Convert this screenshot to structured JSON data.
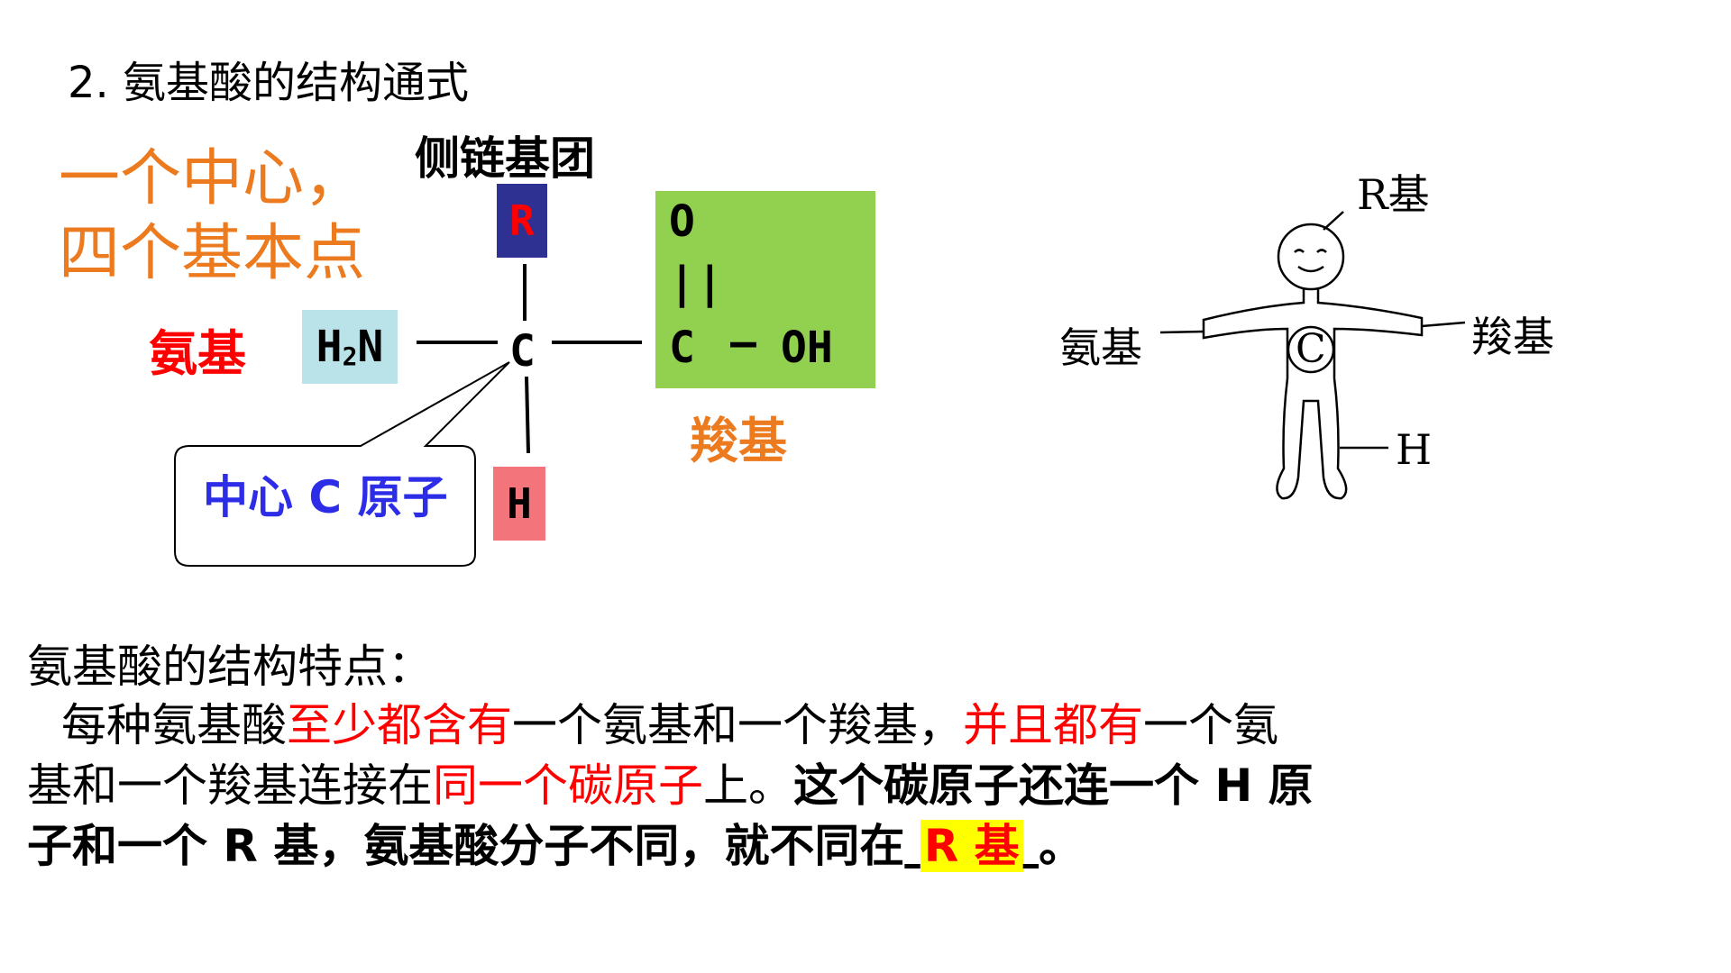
{
  "title": "2. 氨基酸的结构通式",
  "mnemonic": {
    "line1": "一个中心，",
    "line2": "四个基本点"
  },
  "formula": {
    "side_chain_label": "侧链基团",
    "r": "R",
    "h2n_h": "H",
    "h2n_sub": "2",
    "h2n_n": "N",
    "center_c": "C",
    "h": "H",
    "o": "O",
    "double_bond": "||",
    "c": "C",
    "dash": "—",
    "oh": "OH",
    "amino_label": "氨基",
    "carboxyl_label": "羧基",
    "center_label": "中心 C 原子"
  },
  "cartoon": {
    "r_label": "R基",
    "amino_label": "氨基",
    "carboxyl_label": "羧基",
    "h_label": "H",
    "c_label": "C"
  },
  "paragraph": {
    "heading": "氨基酸的结构特点：",
    "l1_a": "每种氨基酸",
    "l1_b": "至少都含有",
    "l1_c": "一个氨基和一个羧基，",
    "l1_d": "并且都有",
    "l1_e": "一个氨",
    "l2_a": "基和一个羧基连接在",
    "l2_b": "同一个碳原子",
    "l2_c": "上。",
    "l2_d": "这个碳原子还连一个 H 原",
    "l3_a": "子和一个 R 基，氨基酸分子不同，就不同在",
    "l3_answer": "R 基",
    "l3_end": "。"
  },
  "colors": {
    "r_box": "#2e3192",
    "h2n_box": "#b9e3e8",
    "h_box": "#f3757b",
    "cooh_box": "#92d050",
    "orange": "#ec7a1f",
    "red": "#ff0000",
    "blue": "#2d2de8",
    "highlight": "#ffff00"
  }
}
